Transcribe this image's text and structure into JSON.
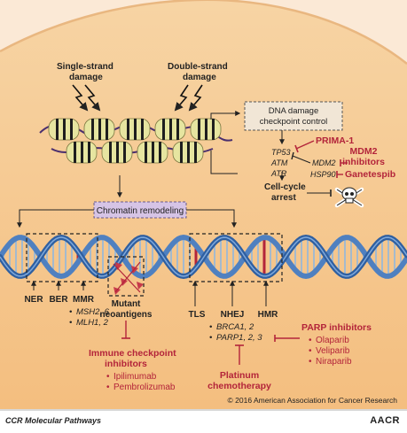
{
  "damage": {
    "single": [
      "Single-strand",
      "damage"
    ],
    "double": [
      "Double-strand",
      "damage"
    ]
  },
  "checkpoint": {
    "title": [
      "DNA damage",
      "checkpoint control"
    ],
    "genes": [
      "TP53",
      "ATM",
      "ATR"
    ],
    "mdm2": "MDM2",
    "hsp90": "HSP90",
    "arrest": [
      "Cell-cycle",
      "arrest"
    ]
  },
  "drugs": {
    "prima": "PRIMA-1",
    "mdm2_inh": [
      "MDM2",
      "inhibitors"
    ],
    "ganetespib": "Ganetespib"
  },
  "chromatin": "Chromatin remodeling",
  "repair": {
    "ner": "NER",
    "ber": "BER",
    "mmr": "MMR",
    "mmr_genes": [
      "MSH2, 6",
      "MLH1, 2"
    ],
    "tls": "TLS",
    "nhej": "NHEJ",
    "hmr": "HMR",
    "nhej_genes": [
      "BRCA1, 2",
      "PARP1, 2, 3"
    ]
  },
  "neoantigens": [
    "Mutant",
    "neoantigens"
  ],
  "immune": {
    "title": [
      "Immune checkpoint",
      "inhibitors"
    ],
    "items": [
      "Ipilimumab",
      "Pembrolizumab"
    ]
  },
  "platinum": [
    "Platinum",
    "chemotherapy"
  ],
  "parp": {
    "title": "PARP inhibitors",
    "items": [
      "Olaparib",
      "Veliparib",
      "Niraparib"
    ]
  },
  "footer": {
    "left": "CCR Molecular Pathways",
    "copyright": "© 2016 American Association for Cancer Research",
    "logo": "AACR"
  },
  "colors": {
    "cell": "#f9e3c7",
    "nucleus": "#f6c98e",
    "drug": "#b3243a",
    "nucleosome": "#e6e5a0",
    "dna": "#2f5fa0"
  }
}
